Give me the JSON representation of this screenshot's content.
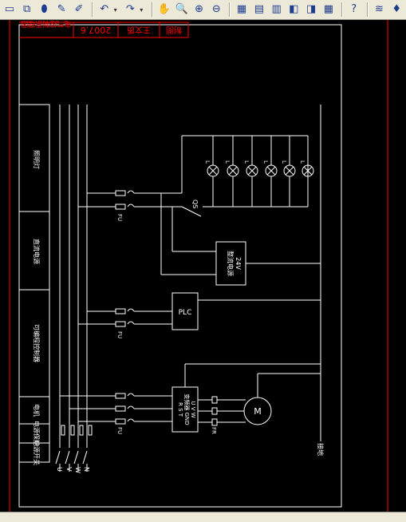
{
  "toolbar": {
    "buttons": [
      {
        "name": "select-icon",
        "glyph": "▭"
      },
      {
        "name": "copy-window-icon",
        "glyph": "⧉"
      },
      {
        "name": "paint-icon",
        "glyph": "⬮"
      },
      {
        "name": "pen-icon",
        "glyph": "✎"
      },
      {
        "name": "highlighter-icon",
        "glyph": "✐"
      },
      {
        "name": "undo-icon",
        "glyph": "↶"
      },
      {
        "name": "redo-icon",
        "glyph": "↷"
      },
      {
        "name": "pan-icon",
        "glyph": "✋"
      },
      {
        "name": "zoom-realtime-icon",
        "glyph": "🔍"
      },
      {
        "name": "zoom-window-icon",
        "glyph": "⊕"
      },
      {
        "name": "zoom-previous-icon",
        "glyph": "⊖"
      },
      {
        "name": "properties-icon",
        "glyph": "▦"
      },
      {
        "name": "design-center-icon",
        "glyph": "▤"
      },
      {
        "name": "tool-palette-icon",
        "glyph": "▥"
      },
      {
        "name": "sheet-set-icon",
        "glyph": "◧"
      },
      {
        "name": "markup-icon",
        "glyph": "◨"
      },
      {
        "name": "calculator-icon",
        "glyph": "▦"
      },
      {
        "name": "help-icon",
        "glyph": "?"
      },
      {
        "name": "layers-icon",
        "glyph": "≋"
      },
      {
        "name": "bulb-icon",
        "glyph": "♦"
      }
    ]
  },
  "drawing": {
    "title_block": {
      "date": "2007.6",
      "drawn_by": "王文质",
      "drawing": "制图",
      "project": "电气控制原理图"
    },
    "sections": [
      "照明灯",
      "直流电源",
      "可编程控制器",
      "电机",
      "电源保护",
      "电源开关"
    ],
    "buses": [
      "U",
      "V",
      "W",
      "N"
    ],
    "fuse_label": "FU",
    "switch_label": "QS",
    "lamp_label": "L",
    "rectifier": {
      "line1": "整流电源",
      "line2": "24V"
    },
    "plc_label": "PLC",
    "inverter": {
      "top": "R S T",
      "mid": "变频器 GND",
      "bot": "U V W"
    },
    "relay_label": "FR",
    "motor_label": "M",
    "ground_label": "接地"
  },
  "colors": {
    "line": "#ffffff",
    "border": "#ff0000",
    "title_text": "#ff0000"
  }
}
